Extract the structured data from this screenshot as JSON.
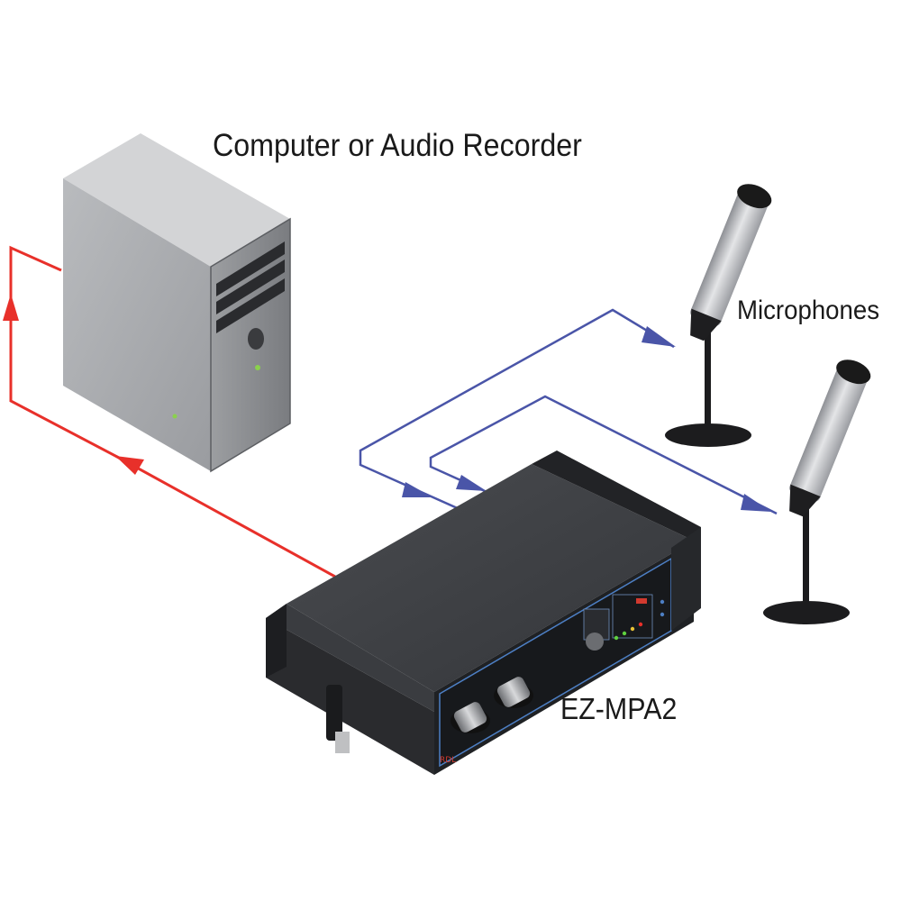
{
  "labels": {
    "computer": "Computer or Audio Recorder",
    "microphones": "Microphones",
    "device": "EZ-MPA2"
  },
  "colors": {
    "audio_output_line": "#e8302a",
    "mic_input_line": "#4a55a8",
    "device_body": "#2e3033",
    "tower_body": "#a9abae"
  },
  "icons": {
    "computer": "computer-tower-icon",
    "microphone": "microphone-on-stand-icon",
    "device": "preamplifier-box-icon"
  }
}
